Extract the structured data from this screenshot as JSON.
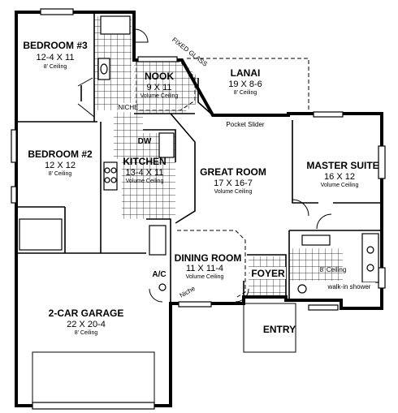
{
  "rooms": {
    "bedroom3": {
      "name": "BEDROOM #3",
      "dims": "12-4 X 11",
      "ceiling": "8' Ceiling"
    },
    "nook": {
      "name": "NOOK",
      "dims": "9 X 11",
      "ceiling": "Volume Ceiling"
    },
    "lanai": {
      "name": "LANAI",
      "dims": "19 X 8-6",
      "ceiling": "8' Ceiling"
    },
    "bedroom2": {
      "name": "BEDROOM #2",
      "dims": "12 X 12",
      "ceiling": "8' Ceiling"
    },
    "kitchen": {
      "name": "KITCHEN",
      "dims": "13-4 X 11",
      "ceiling": "Volume Ceiling"
    },
    "great_room": {
      "name": "GREAT ROOM",
      "dims": "17 X 16-7",
      "ceiling": "Volume Ceiling"
    },
    "master_suite": {
      "name": "MASTER SUITE",
      "dims": "16 X 12",
      "ceiling": "Volume Ceiling"
    },
    "dining_room": {
      "name": "DINING ROOM",
      "dims": "11 X 11-4",
      "ceiling": "Volume Ceiling"
    },
    "foyer": {
      "name": "FOYER"
    },
    "garage": {
      "name": "2-CAR GARAGE",
      "dims": "22 X 20-4",
      "ceiling": "8' Ceiling"
    },
    "entry": {
      "name": "ENTRY"
    }
  },
  "labels": {
    "niche_hall": "NICHE",
    "niche_dining": "Niche",
    "fixed_glass": "FIXED GLASS",
    "pocket_slider": "Pocket Slider",
    "dw": "DW",
    "ac": "A/C",
    "bath_ceiling": "8' Ceiling",
    "walk_in_shower": "walk-in shower"
  }
}
